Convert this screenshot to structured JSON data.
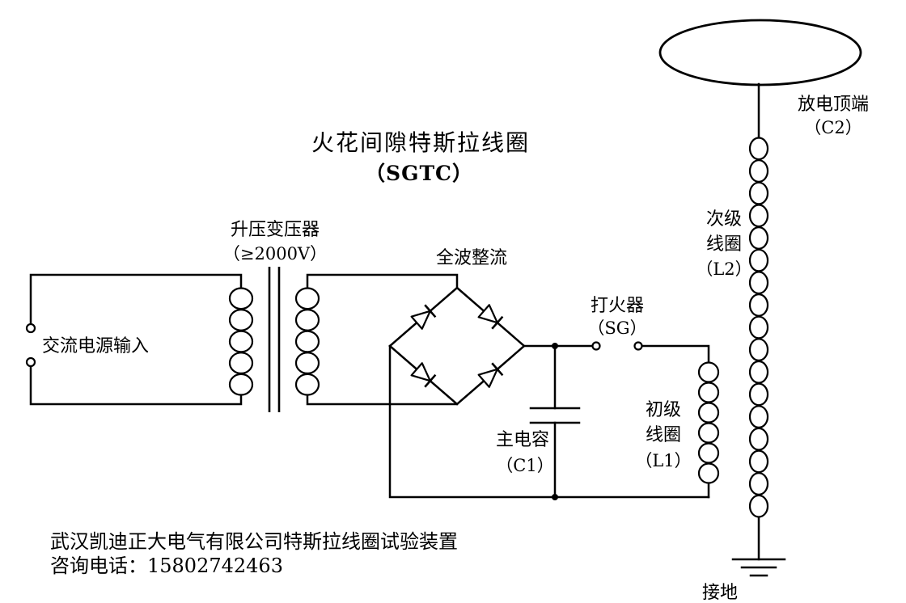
{
  "title": {
    "main": "火花间隙特斯拉线圈",
    "sub": "（SGTC）"
  },
  "labels": {
    "ac_input": "交流电源输入",
    "transformer": {
      "name": "升压变压器",
      "spec": "（≥2000V）"
    },
    "rectifier": "全波整流",
    "capacitor": {
      "name": "主电容",
      "ref": "（C1）"
    },
    "spark_gap": {
      "name": "打火器",
      "ref": "（SG）"
    },
    "primary_coil": {
      "line1": "初级",
      "line2": "线圈",
      "ref": "（L1）"
    },
    "secondary_coil": {
      "line1": "次级",
      "line2": "线圈",
      "ref": "（L2）"
    },
    "top_terminal": {
      "name": "放电顶端",
      "ref": "（C2）"
    },
    "ground": "接地"
  },
  "footer": {
    "company": "武汉凯迪正大电气有限公司特斯拉线圈试验装置",
    "phone": "咨询电话：15802742463",
    "color": "#ff0000"
  },
  "colors": {
    "line": "#000000",
    "background": "#ffffff"
  }
}
